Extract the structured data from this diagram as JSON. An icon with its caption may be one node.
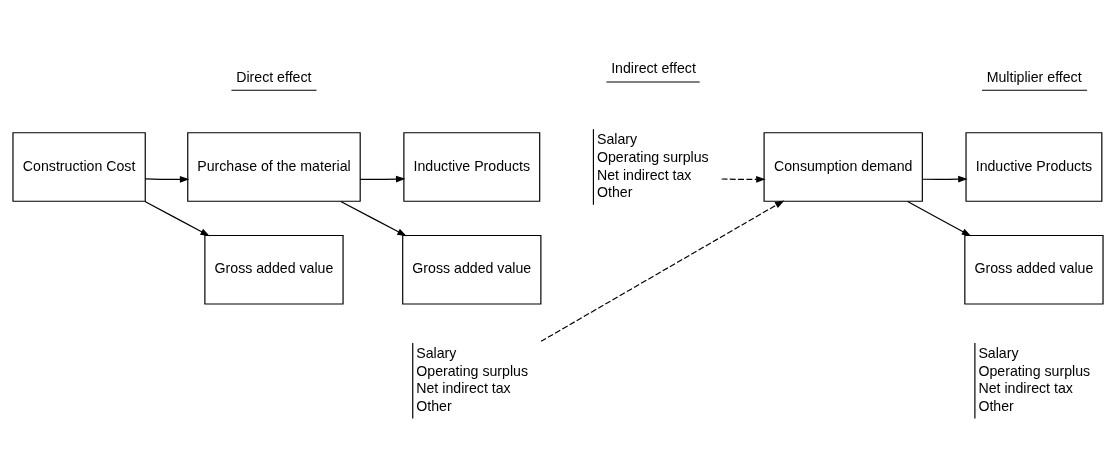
{
  "diagram": {
    "nodes": [
      {
        "text": [
          "Construction Cost"
        ]
      },
      {
        "text": [
          "Purchase of the material"
        ]
      },
      {
        "text": [
          "Inductive Products"
        ]
      },
      {
        "text": [
          "Gross added value"
        ]
      },
      {
        "text": [
          "Gross added value"
        ]
      },
      {
        "text": [
          "Consumption demand"
        ]
      },
      {
        "text": [
          "Inductive Products"
        ]
      },
      {
        "text": [
          "Gross added value"
        ]
      },
      {
        "text": [
          "Salary",
          "Operating surplus",
          "Net indirect tax",
          "Other"
        ]
      },
      {
        "text": [
          "Salary",
          "Operating surplus",
          "Net indirect tax",
          "Other"
        ]
      }
    ],
    "edges": [
      {
        "from": 0,
        "to": 1,
        "arrow": "to"
      },
      {
        "from": 0,
        "to": 3,
        "arrow": "to"
      },
      {
        "from": 1,
        "to": 2,
        "arrow": "to"
      },
      {
        "from": 1,
        "to": 4,
        "arrow": "to"
      },
      {
        "from": 8,
        "to": 5,
        "arrow": "to",
        "style": "dashed"
      },
      {
        "from": 9,
        "to": 5,
        "arrow": "to",
        "style": "dashed"
      },
      {
        "from": 5,
        "to": 6,
        "arrow": "to"
      },
      {
        "from": 5,
        "to": 7,
        "arrow": "to"
      }
    ],
    "labels": [
      "Salary",
      "Operating surplus",
      "Net indirect tax",
      "Other",
      "Direct effect",
      "Indirect effect",
      "Multiplier effect"
    ]
  }
}
